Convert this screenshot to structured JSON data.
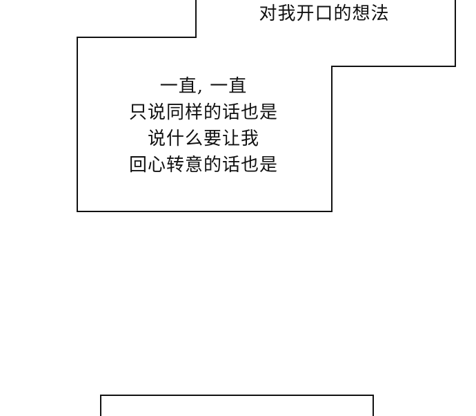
{
  "caption_box_top": {
    "text": "对我开口的想法"
  },
  "caption_box_main": {
    "lines": [
      "一直, 一直",
      "只说同样的话也是",
      "说什么要让我",
      "回心转意的话也是"
    ]
  },
  "colors": {
    "background": "#ffffff",
    "border": "#111111",
    "text": "#111111"
  }
}
